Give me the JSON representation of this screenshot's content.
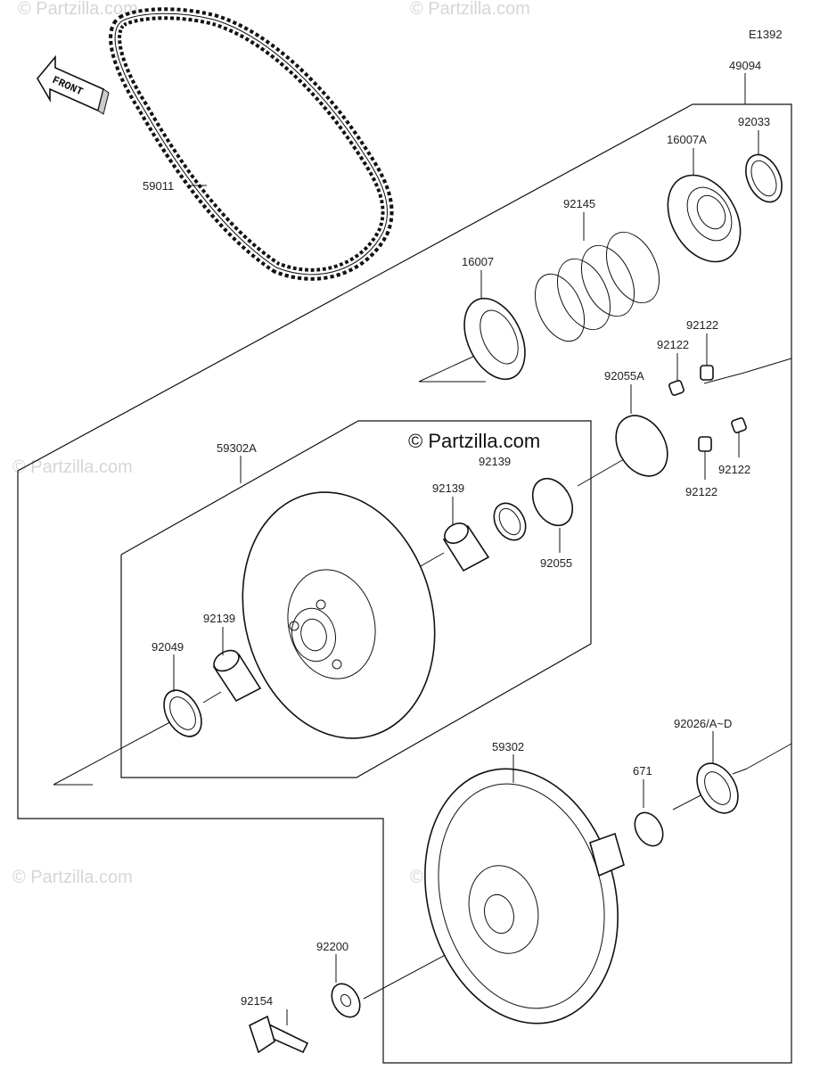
{
  "diagram_code": "E1392",
  "front_label": "FRONT",
  "watermark_center": "© Partzilla.com",
  "watermark_faint": "© Partzilla.com",
  "labels": {
    "p49094": "49094",
    "p92033": "92033",
    "p16007A": "16007A",
    "p92145": "92145",
    "p16007": "16007",
    "p59011": "59011",
    "p92122_a": "92122",
    "p92122_b": "92122",
    "p92122_c": "92122",
    "p92122_d": "92122",
    "p92055A": "92055A",
    "p59302A": "59302A",
    "p92139_top": "92139",
    "p92139_hidden": "92139",
    "p92055": "92055",
    "p92139_left": "92139",
    "p92049": "92049",
    "p92026": "92026/A~D",
    "p59302": "59302",
    "p671": "671",
    "p92200": "92200",
    "p92154": "92154"
  }
}
